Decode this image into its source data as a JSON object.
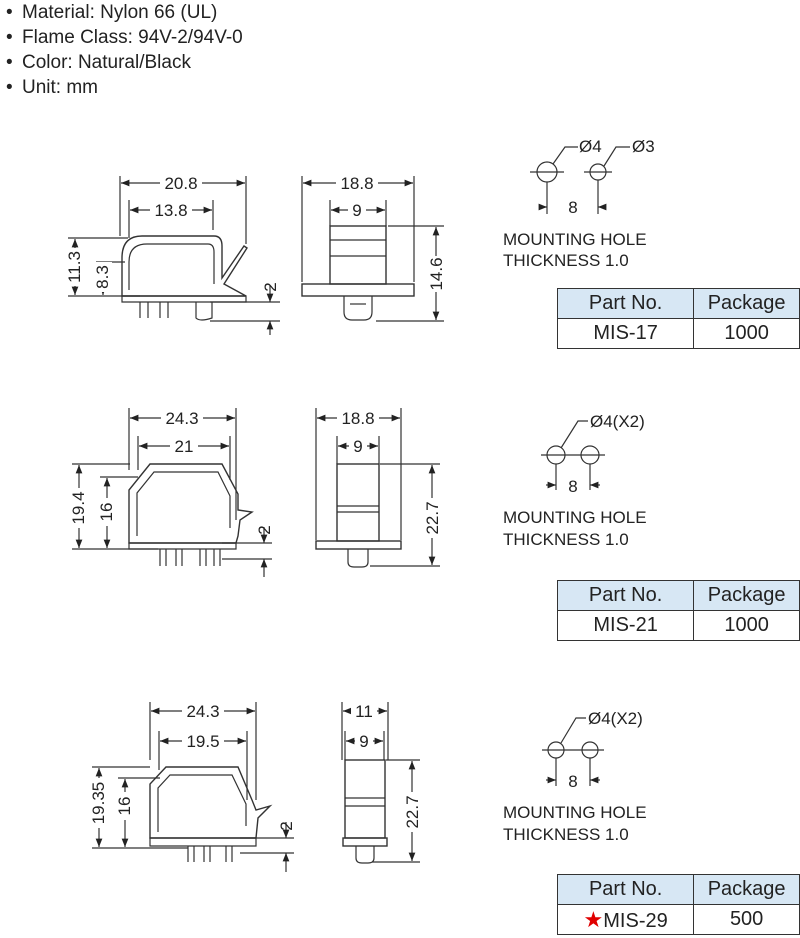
{
  "specs": [
    {
      "text": "Material: Nylon 66 (UL)"
    },
    {
      "text": "Flame Class: 94V-2/94V-0"
    },
    {
      "text": "Color: Natural/Black"
    },
    {
      "text": "Unit: mm"
    }
  ],
  "bullet": "•",
  "products": [
    {
      "dims": {
        "width_outer": "20.8",
        "width_inner": "13.8",
        "height_outer": "11.3",
        "height_inner": "8.3",
        "base": "2",
        "side_width": "18.8",
        "side_inner": "9",
        "side_height": "14.6"
      },
      "holes": {
        "label_a": "Ø4",
        "label_b": "Ø3",
        "spacing": "8"
      },
      "mounting_hole": "MOUNTING HOLE",
      "thickness": "THICKNESS 1.0",
      "table": {
        "col1": "Part No.",
        "col2": "Package",
        "part_no": "MIS-17",
        "package": "1000"
      }
    },
    {
      "dims": {
        "width_outer": "24.3",
        "width_inner": "21",
        "height_outer": "19.4",
        "height_inner": "16",
        "base": "2",
        "side_width": "18.8",
        "side_inner": "9",
        "side_height": "22.7"
      },
      "holes": {
        "label_a": "Ø4(X2)",
        "spacing": "8"
      },
      "mounting_hole": "MOUNTING HOLE",
      "thickness": "THICKNESS 1.0",
      "table": {
        "col1": "Part No.",
        "col2": "Package",
        "part_no": "MIS-21",
        "package": "1000"
      }
    },
    {
      "dims": {
        "width_outer": "24.3",
        "width_inner": "19.5",
        "height_outer": "19.35",
        "height_inner": "16",
        "base": "2",
        "side_width": "11",
        "side_inner": "9",
        "side_height": "22.7"
      },
      "holes": {
        "label_a": "Ø4(X2)",
        "spacing": "8"
      },
      "mounting_hole": "MOUNTING HOLE",
      "thickness": "THICKNESS 1.0",
      "table": {
        "col1": "Part No.",
        "col2": "Package",
        "part_no": "MIS-29",
        "package": "500",
        "marker": "★"
      }
    }
  ]
}
